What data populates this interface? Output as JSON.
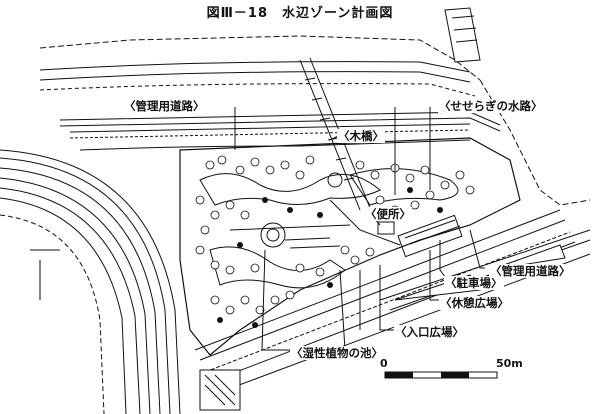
{
  "figure": {
    "title": "図Ⅲ－18　水辺ゾーン計画図"
  },
  "labels": {
    "kanri_top": "〈管理用道路〉",
    "seseragi": "〈せせらぎの水路〉",
    "mokkyo": "〈木橋〉",
    "benjo": "〈便所〉",
    "chushajo": "〈駐車場〉",
    "kanri_right": "〈管理用道路〉",
    "kyukei": "〈休憩広場〉",
    "iriguchi": "〈入口広場〉",
    "shitsusei": "〈湿性植物の池〉"
  },
  "scale": {
    "zero": "0",
    "max": "50m"
  }
}
